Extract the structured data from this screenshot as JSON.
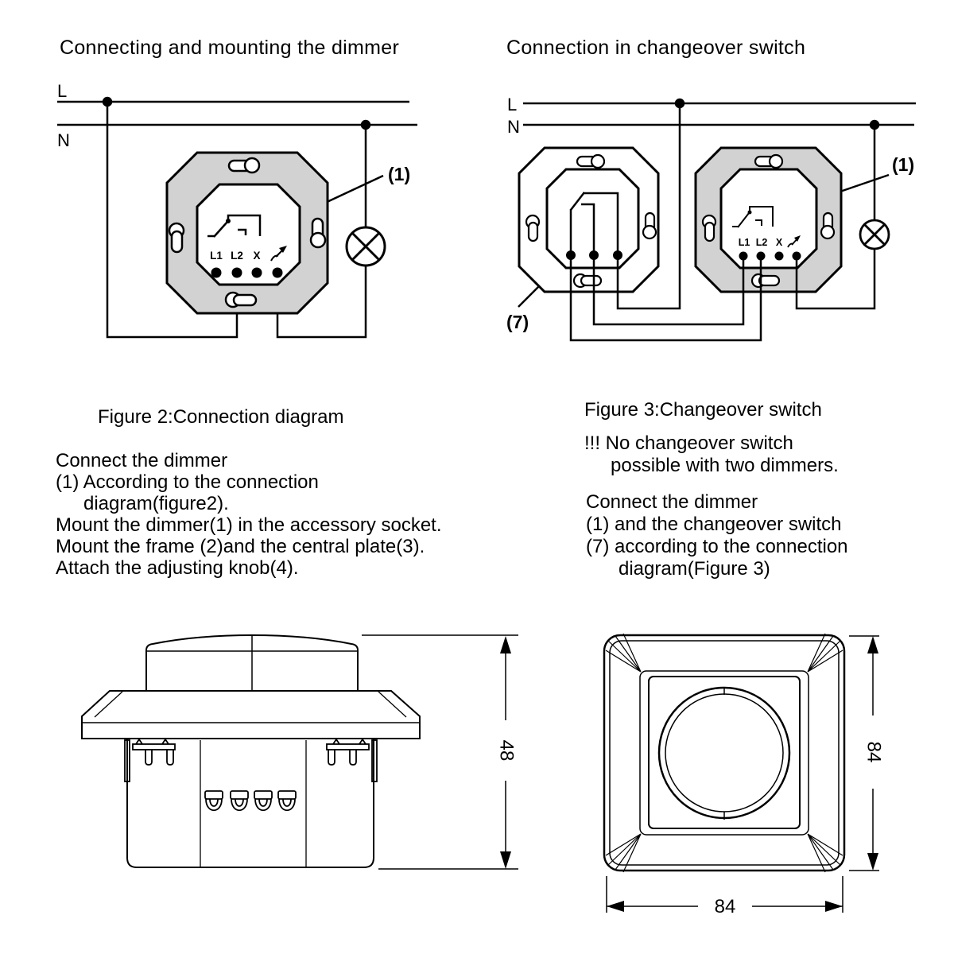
{
  "colors": {
    "ink": "#000000",
    "plate_gray": "#d2d2d2",
    "background": "#ffffff"
  },
  "fig2_diagram": {
    "title": "Connecting and mounting the dimmer",
    "line_label": "L",
    "neutral_label": "N",
    "part_label": "(1)",
    "terminal_labels": [
      "L1",
      "L2",
      "X"
    ]
  },
  "fig3_diagram": {
    "title": "Connection in changeover switch",
    "line_label": "L",
    "neutral_label": "N",
    "dimmer_label": "(1)",
    "switch_label": "(7)",
    "terminal_labels": [
      "L1",
      "L2",
      "X"
    ]
  },
  "fig2_text": {
    "caption": "Figure 2:Connection diagram",
    "lines": [
      "Connect the dimmer",
      "(1) According to the connection",
      "diagram(figure2).",
      "Mount the dimmer(1) in the accessory socket.",
      "Mount the frame (2)and the central plate(3).",
      "Attach the adjusting knob(4)."
    ]
  },
  "fig3_text": {
    "caption": "Figure 3:Changeover switch",
    "warning_lines": [
      "!!! No changeover switch",
      "possible with two dimmers."
    ],
    "lines": [
      "Connect the dimmer",
      "(1) and the changeover switch",
      "(7) according to the connection",
      "diagram(Figure 3)"
    ]
  },
  "dimensions": {
    "side_depth": "48",
    "front_height": "84",
    "front_width": "84"
  }
}
